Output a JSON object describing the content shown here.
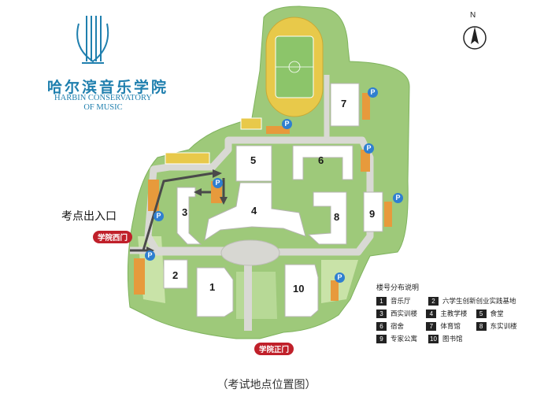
{
  "logo": {
    "name_cn": "哈尔滨音乐学院",
    "name_en_line1": "HARBIN CONSERVATORY",
    "name_en_line2": "OF MUSIC"
  },
  "compass": {
    "label": "N"
  },
  "entrance_label": "考点出入口",
  "gates": {
    "west_gate": "学院西门",
    "main_gate": "学院正门"
  },
  "parking_symbol": "P",
  "buildings": [
    {
      "num": "1"
    },
    {
      "num": "2"
    },
    {
      "num": "3"
    },
    {
      "num": "4"
    },
    {
      "num": "5"
    },
    {
      "num": "6"
    },
    {
      "num": "7"
    },
    {
      "num": "8"
    },
    {
      "num": "9"
    },
    {
      "num": "10"
    }
  ],
  "legend": {
    "title": "楼号分布说明",
    "items": [
      {
        "num": "1",
        "name": "音乐厅"
      },
      {
        "num": "2",
        "name": "六学生创新创业实践基地"
      },
      {
        "num": "3",
        "name": "西实训楼"
      },
      {
        "num": "4",
        "name": "主教学楼"
      },
      {
        "num": "5",
        "name": "食堂"
      },
      {
        "num": "6",
        "name": "宿舍"
      },
      {
        "num": "7",
        "name": "体育馆"
      },
      {
        "num": "8",
        "name": "东实训楼"
      },
      {
        "num": "9",
        "name": "专家公寓"
      },
      {
        "num": "10",
        "name": "图书馆"
      }
    ]
  },
  "caption": "（考试地点位置图）",
  "colors": {
    "grass": "#9ec97a",
    "grass_light": "#c9e3a8",
    "road": "#d9d9d4",
    "building": "#ffffff",
    "track": "#e8c94a",
    "field": "#8cc56a",
    "parking": "#e79a3c",
    "gate_red": "#c0202a",
    "route_arrow": "#4a4a4a",
    "brand_blue": "#1f7fae"
  }
}
